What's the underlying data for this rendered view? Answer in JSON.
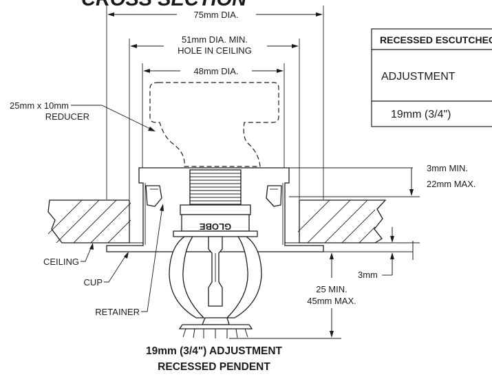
{
  "title": "CROSS SECTION",
  "dimensions": {
    "outer_dia": "75mm DIA.",
    "hole_line1": "51mm DIA. MIN.",
    "hole_line2": "HOLE IN CEILING",
    "inner_dia": "48mm DIA.",
    "gap_min": "3mm MIN.",
    "gap_max": "22mm MAX.",
    "depth_min": "25 MIN.",
    "depth_max": "45mm MAX.",
    "lip": "3mm"
  },
  "labels": {
    "reducer_line1": "25mm x 10mm",
    "reducer_line2": "REDUCER",
    "ceiling": "CEILING",
    "cup": "CUP",
    "retainer": "RETAINER",
    "brand": "GLOBE"
  },
  "table": {
    "header": "RECESSED ESCUTCHEON",
    "row1": "ADJUSTMENT",
    "row2": "19mm (3/4\")"
  },
  "caption": {
    "line1": "19mm (3/4\") ADJUSTMENT",
    "line2": "RECESSED PENDENT"
  }
}
